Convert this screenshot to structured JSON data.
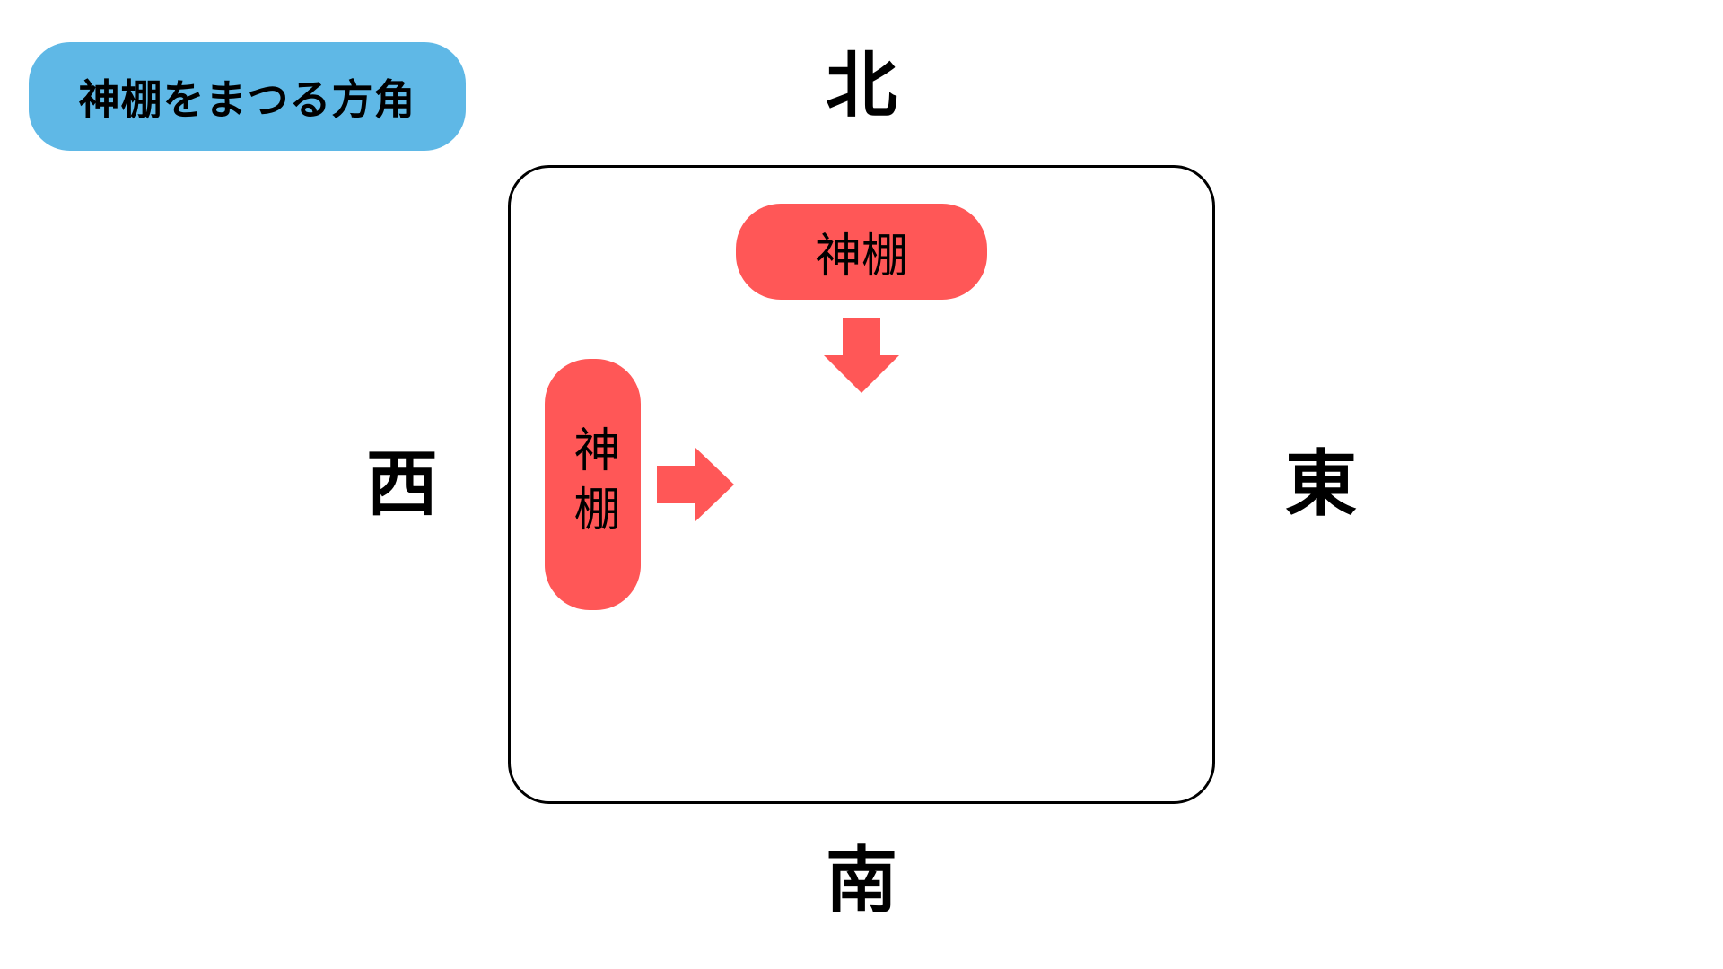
{
  "title": "神棚をまつる方角",
  "directions": {
    "north": "北",
    "south": "南",
    "east": "東",
    "west": "西"
  },
  "shelf_north": "神棚",
  "shelf_west": "神棚",
  "colors": {
    "title_bg": "#5fb8e6",
    "shelf": "#ff5757",
    "arrow": "#ff5757"
  }
}
